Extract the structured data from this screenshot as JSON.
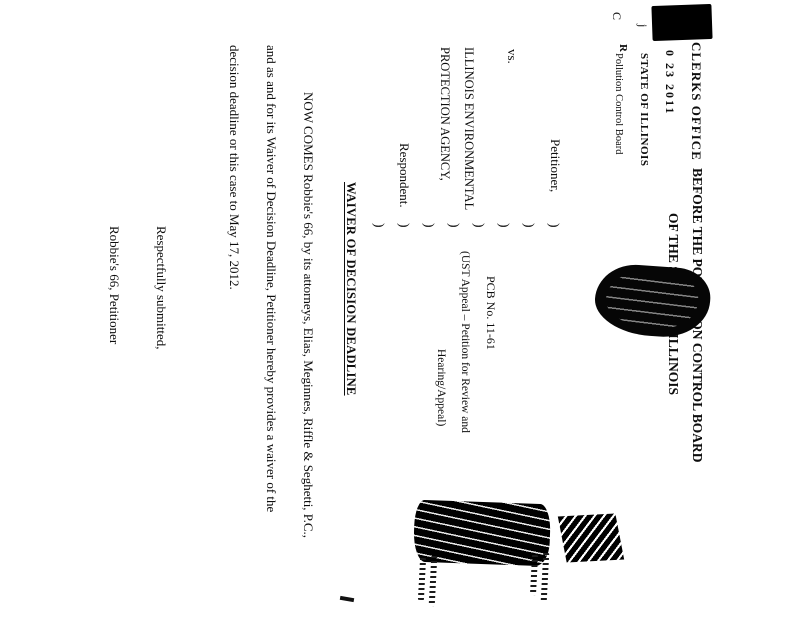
{
  "colors": {
    "ink": "#000000",
    "paper": "#ffffff"
  },
  "stamp": {
    "stray_c": "C",
    "stray_j": "j",
    "office": "CLERKS OFFICE",
    "date": "0 23 2011",
    "stray_r": "R",
    "state": "STATE OF ILLINOIS",
    "board": "Pollution Control Board"
  },
  "header": {
    "line1": "BEFORE THE POLLUTION CONTROL BOARD",
    "line2": "OF THE STATE OF ILLINOIS"
  },
  "caption": {
    "petitioner_label": "Petitioner,",
    "vs": "vs.",
    "respondent_line1": "ILLINOIS ENVIRONMENTAL",
    "respondent_line2": "PROTECTION AGENCY,",
    "respondent_label": "Respondent.",
    "paren": ")",
    "case_number": "PCB No. 11-61",
    "case_type_line1": "(UST Appeal – Petition for Review and",
    "case_type_line2": "Hearing/Appeal)"
  },
  "title": "WAIVER OF DECISION DEADLINE",
  "body": {
    "line1": "NOW COMES Robbie's 66, by its attorneys, Elias, Meginnes, Riffle & Seghetti, P.C.,",
    "line2": "and as and for its Waiver of Decision Deadline, Petitioner hereby provides a waiver of the",
    "line3": "decision deadline or this case to May 17, 2012."
  },
  "closing": {
    "submitted": "Respectfully submitted,",
    "party": "Robbie's 66, Petitioner"
  }
}
